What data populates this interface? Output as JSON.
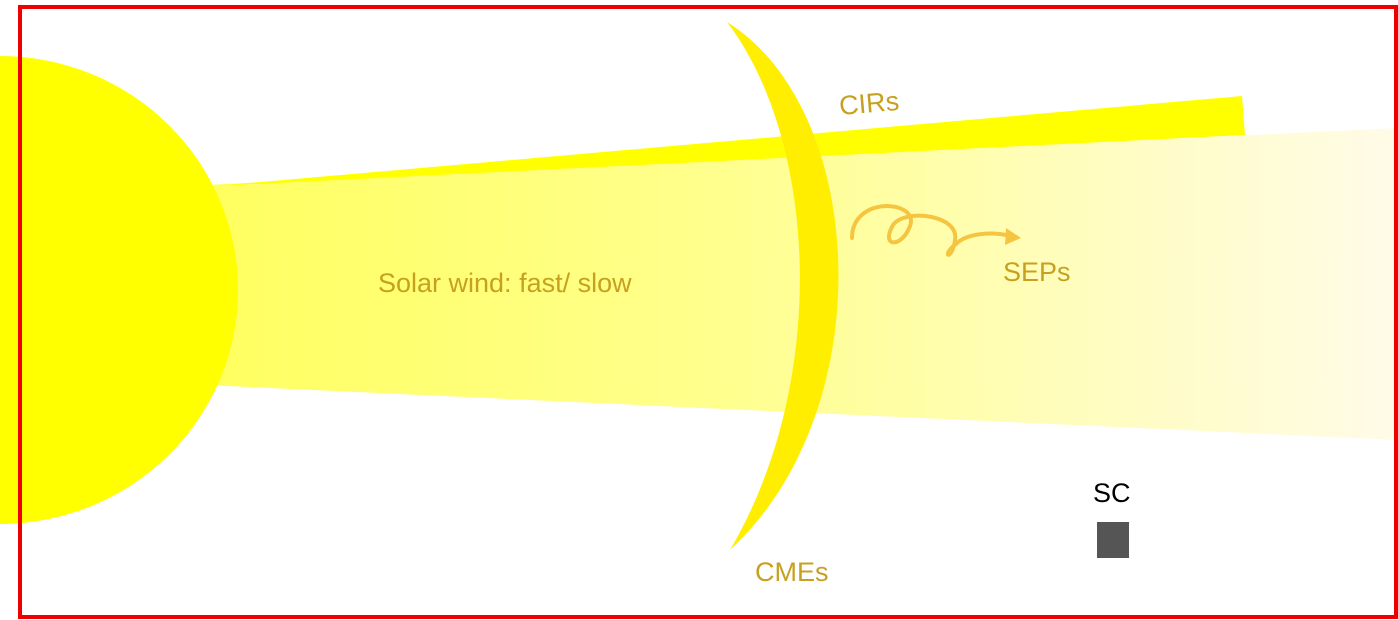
{
  "labels": {
    "solar_wind": "Solar wind: fast/ slow",
    "cirs": "CIRs",
    "seps": "SEPs",
    "cmes": "CMEs",
    "sc": "SC"
  },
  "colors": {
    "sun": "#ffff00",
    "structure": "#ffee00",
    "label": "#c8a020",
    "spacecraft": "#555555",
    "frame": "#ee0000"
  }
}
